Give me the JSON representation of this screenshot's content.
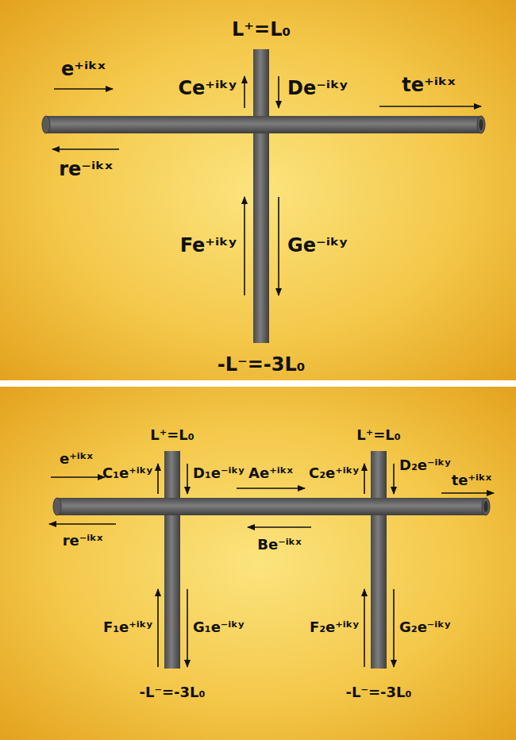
{
  "diagram": {
    "labels": [
      "L⁺=L₀",
      "e⁺ⁱᵏˣ",
      "Ce⁺ⁱᵏʸ",
      "De⁻ⁱᵏʸ",
      "te⁺ⁱᵏˣ",
      "re⁻ⁱᵏˣ",
      "Fe⁺ⁱᵏʸ",
      "Ge⁻ⁱᵏʸ",
      "-L⁻=-3L₀",
      "L⁺=L₀",
      "L⁺=L₀",
      "e⁺ⁱᵏˣ",
      "C₁e⁺ⁱᵏʸ",
      "D₁e⁻ⁱᵏʸ",
      "Ae⁺ⁱᵏˣ",
      "C₂e⁺ⁱᵏʸ",
      "D₂e⁻ⁱᵏʸ",
      "te⁺ⁱᵏˣ",
      "re⁻ⁱᵏˣ",
      "Be⁻ⁱᵏˣ",
      "F₁e⁺ⁱᵏʸ",
      "G₁e⁻ⁱᵏʸ",
      "F₂e⁺ⁱᵏʸ",
      "G₂e⁻ⁱᵏʸ",
      "-L⁻=-3L₀",
      "-L⁻=-3L₀"
    ]
  }
}
